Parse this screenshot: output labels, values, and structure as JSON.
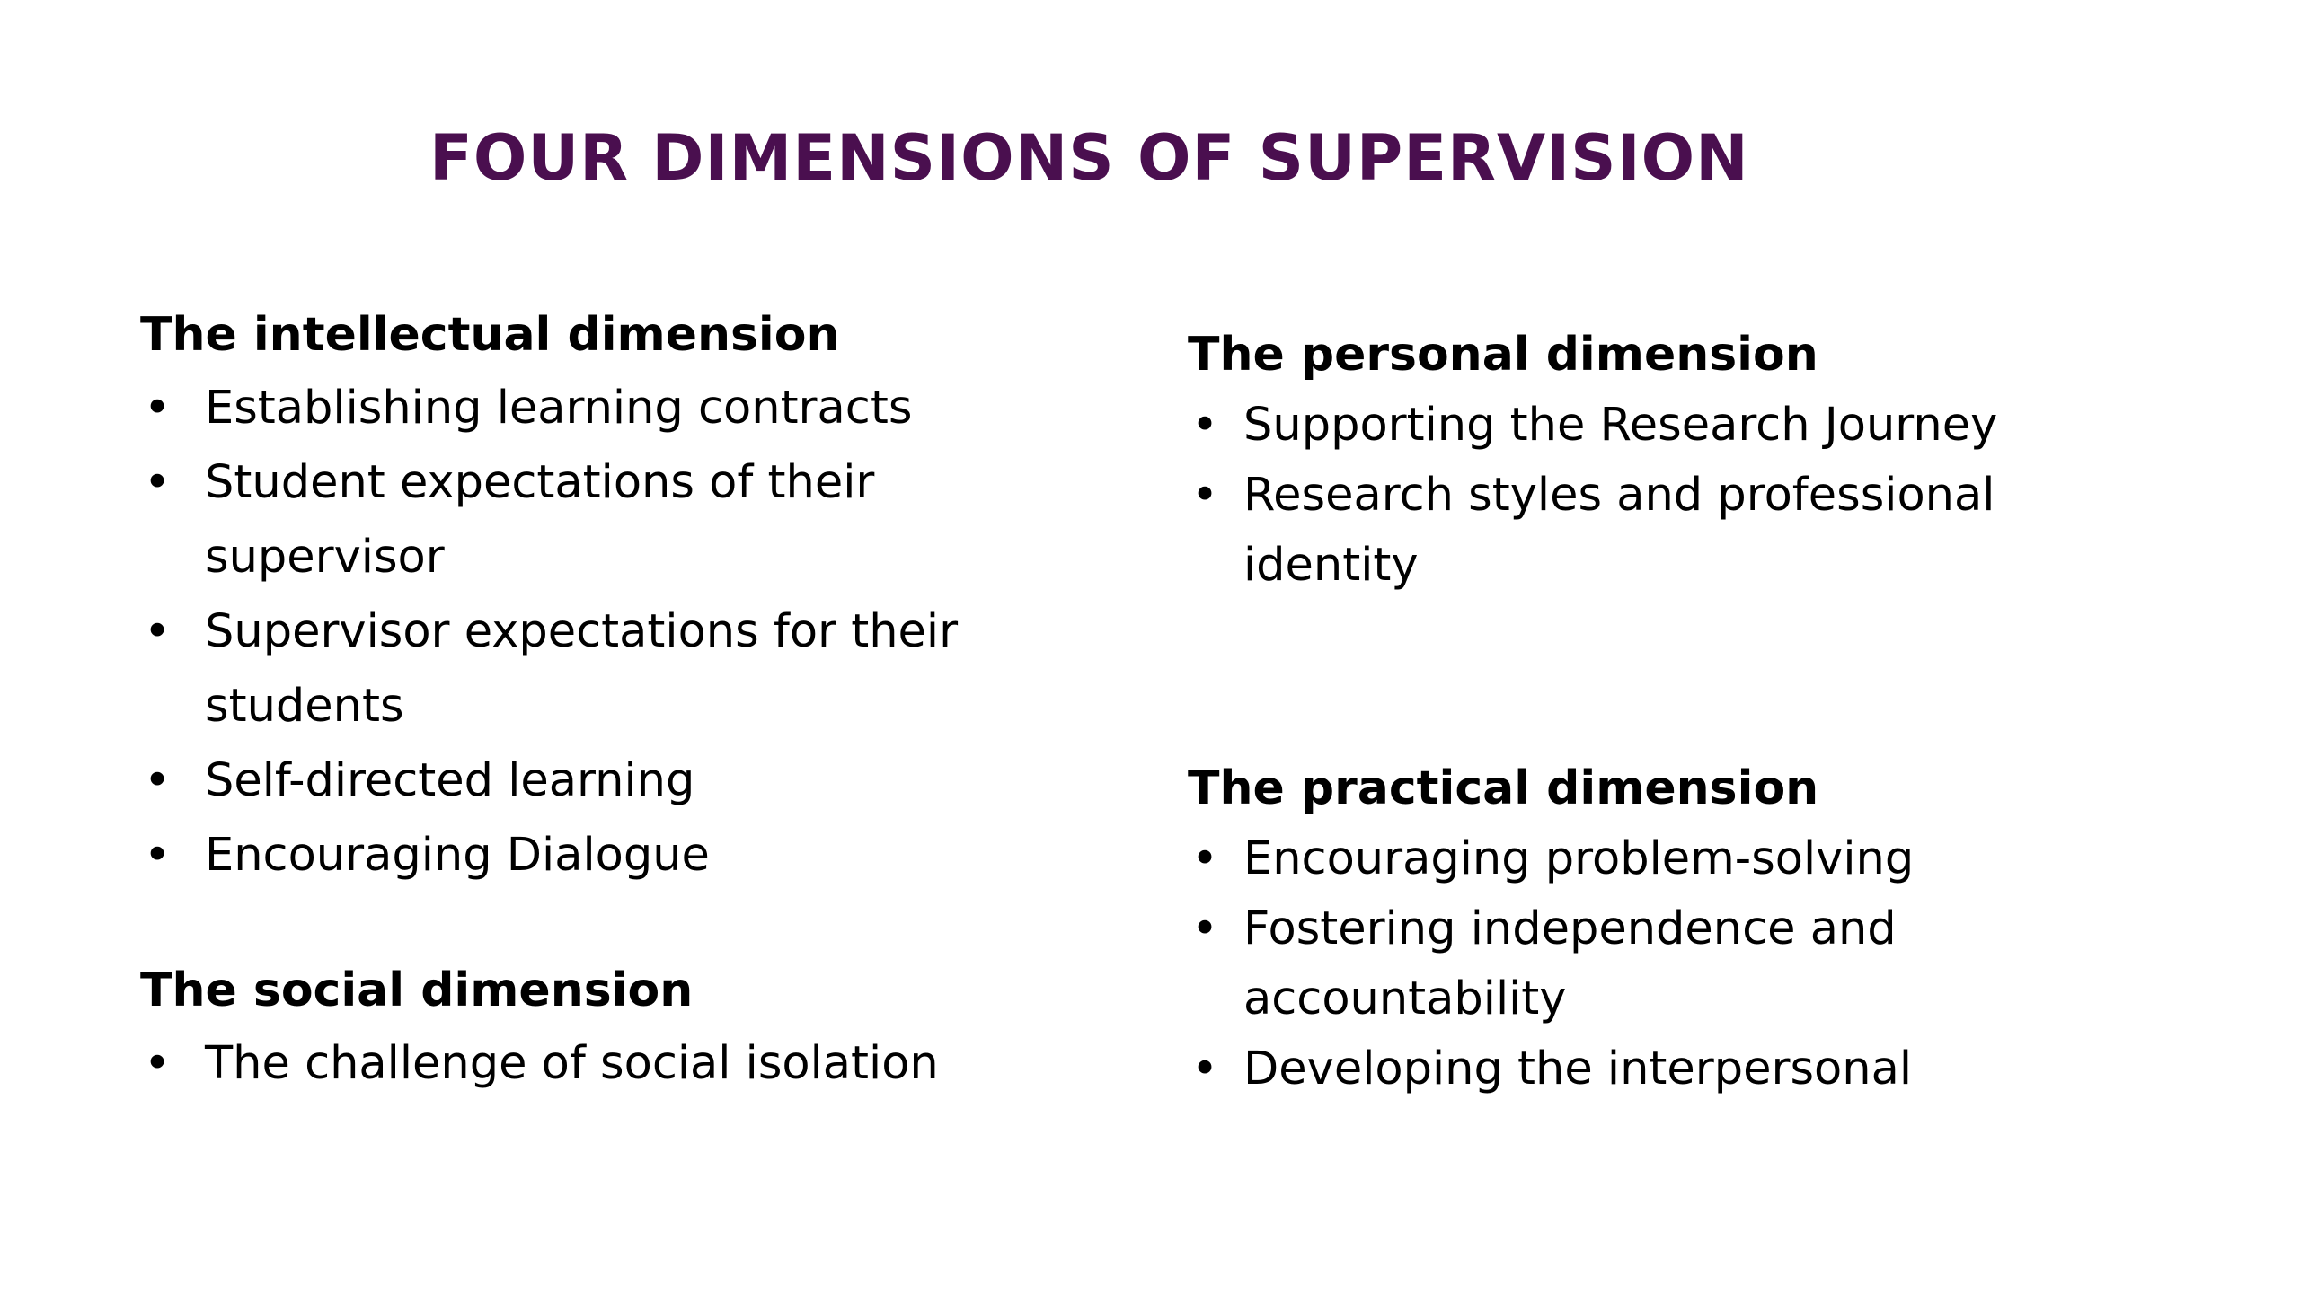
{
  "slide": {
    "title": "FOUR DIMENSIONS OF SUPERVISION",
    "title_color": "#4a0f4f",
    "text_color": "#000000",
    "background_color": "#ffffff"
  },
  "sections": {
    "intellectual": {
      "heading": "The intellectual dimension",
      "items": [
        "Establishing learning contracts",
        "Student expectations of their supervisor",
        "Supervisor expectations for their students",
        "Self-directed learning",
        "Encouraging Dialogue"
      ]
    },
    "social": {
      "heading": "The social dimension",
      "items": [
        "The challenge of social isolation"
      ]
    },
    "personal": {
      "heading": "The personal dimension",
      "items": [
        "Supporting the Research Journey",
        "Research styles and professional identity"
      ]
    },
    "practical": {
      "heading": "The practical dimension",
      "items": [
        "Encouraging problem-solving",
        "Fostering independence and accountability",
        "Developing the interpersonal"
      ]
    }
  }
}
